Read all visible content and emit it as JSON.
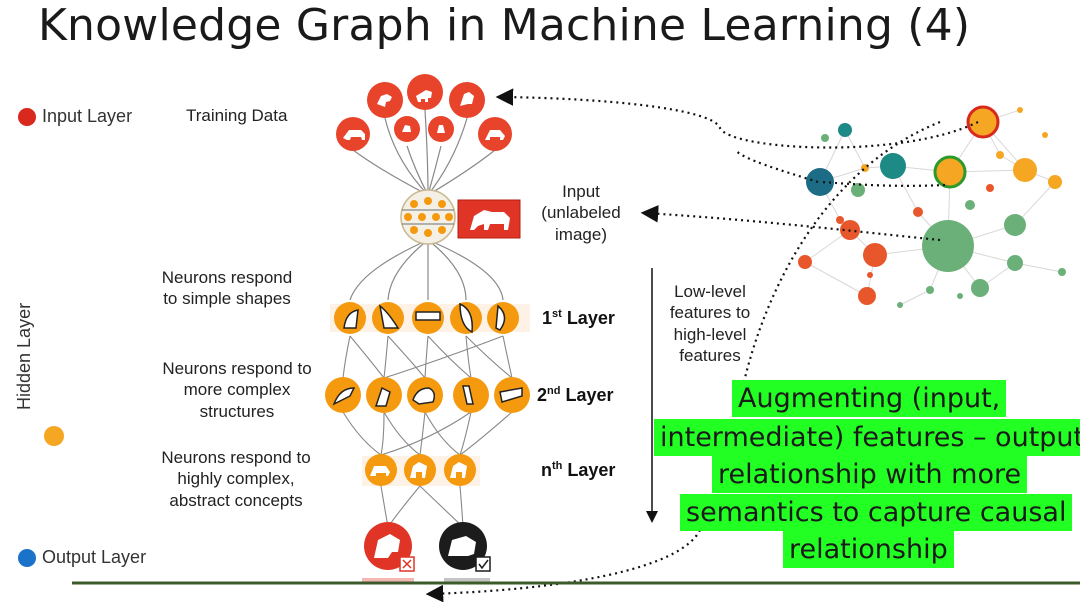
{
  "title": "Knowledge Graph in Machine Learning (4)",
  "legend": {
    "input_layer": "Input Layer",
    "hidden_layer": "Hidden Layer",
    "output_layer": "Output Layer"
  },
  "colors": {
    "input": "#d9281e",
    "hidden": "#f5a623",
    "output": "#1a73c8",
    "neuron_orange": "#f59a0f",
    "highlight": "#22ff22",
    "baseline": "#3d5a2a"
  },
  "labels": {
    "training_data": "Training Data",
    "input_unlabeled": [
      "Input",
      "(unlabeled",
      "image)"
    ],
    "simple_shapes": [
      "Neurons respond",
      "to simple shapes"
    ],
    "complex_structures": [
      "Neurons respond to",
      "more complex",
      "structures"
    ],
    "abstract_concepts": [
      "Neurons respond to",
      "highly complex,",
      "abstract concepts"
    ],
    "low_to_high": [
      "Low-level",
      "features to",
      "high-level",
      "features"
    ]
  },
  "layers": {
    "first": {
      "ordinal": "1",
      "sup": "st",
      "word": "Layer"
    },
    "second": {
      "ordinal": "2",
      "sup": "nd",
      "word": "Layer"
    },
    "nth": {
      "ordinal": "n",
      "sup": "th",
      "word": "Layer"
    }
  },
  "augment_text": [
    "Augmenting (input,",
    "intermediate) features – output",
    "relationship with more",
    "semantics to capture causal",
    "relationship"
  ],
  "output_captions": [
    "",
    ""
  ]
}
